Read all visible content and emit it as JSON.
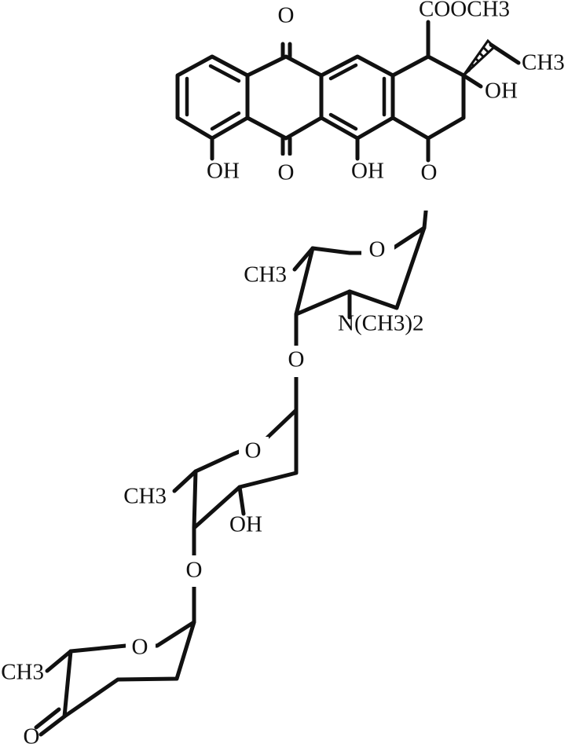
{
  "labels": {
    "quinone_o_top": "O",
    "quinone_o_bottom": "O",
    "cooch3": "COOCH3",
    "ch3_ethyl": "CH3",
    "oh_c9": "OH",
    "oh_left": "OH",
    "oh_middle": "OH",
    "o_glycoside_1": "O",
    "o_ring_1": "O",
    "ch3_sugar_1": "CH3",
    "n_dimethyl": "N(CH3)2",
    "o_glycoside_2": "O",
    "o_ring_2": "O",
    "ch3_sugar_2": "CH3",
    "oh_sugar_2": "OH",
    "o_glycoside_3": "O",
    "o_ring_3": "O",
    "ch3_sugar_3": "CH3",
    "ketone_o": "O"
  }
}
